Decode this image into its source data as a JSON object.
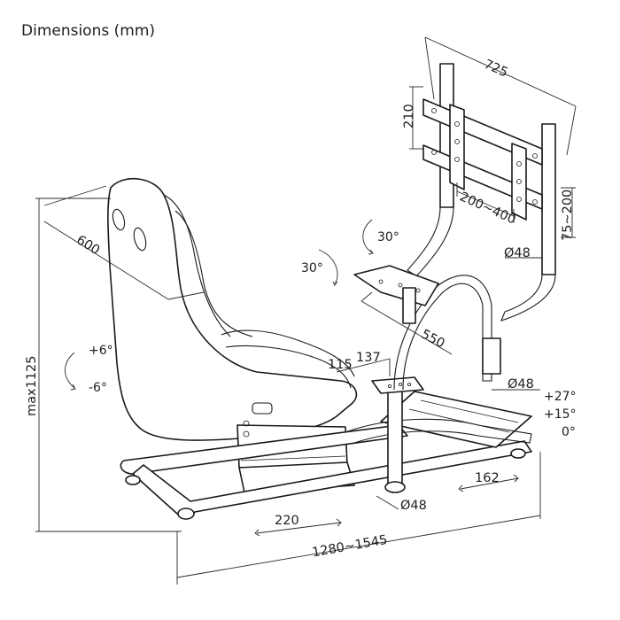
{
  "title": "Dimensions (mm)",
  "dimensions": {
    "bracket_width": "725",
    "bracket_height": "210",
    "vesa_width": "200~400",
    "vesa_height": "75~200",
    "upright_diameter": "Ø48",
    "seat_depth": "600",
    "wheel_tilt_a": "30°",
    "wheel_tilt_b": "30°",
    "wheel_arm_length": "550",
    "pedal_tube_diameter": "Ø48",
    "pedal_offset_115": "115",
    "pedal_width_137": "137",
    "height_max": "max1125",
    "seat_tilt_plus": "+6°",
    "seat_tilt_minus": "-6°",
    "pedal_angle_27": "+27°",
    "pedal_angle_15": "+15°",
    "pedal_angle_0": "0°",
    "base_tube_diameter": "Ø48",
    "rail_travel": "220",
    "pedal_rail_162": "162",
    "length_range": "1280~1545"
  },
  "colors": {
    "line": "#1a1a1a",
    "text": "#1e1e1e",
    "background": "#ffffff"
  }
}
